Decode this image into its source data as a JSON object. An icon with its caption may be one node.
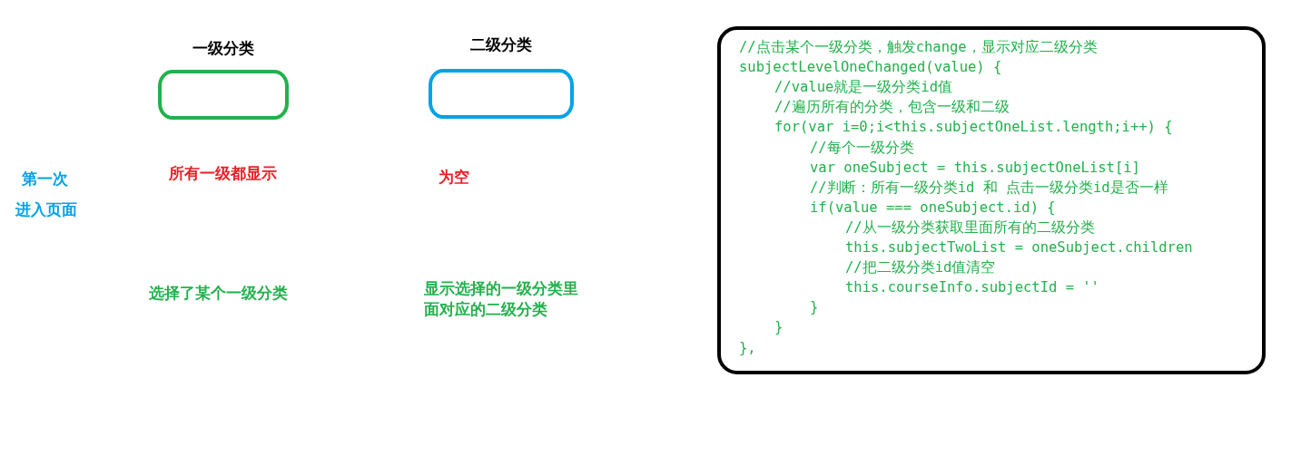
{
  "diagram": {
    "nodes": [
      {
        "text": [
          "一级分类"
        ]
      },
      {
        "text": [
          "二级分类"
        ]
      },
      {
        "text": [
          "//点击某个一级分类，触发change，显示对应二级分类",
          "subjectLevelOneChanged(value) {",
          "//value就是一级分类id值",
          "//遍历所有的分类，包含一级和二级",
          "for(var i=0;i<this.subjectOneList.length;i++) {",
          "//每个一级分类",
          "var oneSubject = this.subjectOneList[i]",
          "//判断：所有一级分类id 和 点击一级分类id是否一样",
          "if(value === oneSubject.id) {",
          "//从一级分类获取里面所有的二级分类",
          "this.subjectTwoList = oneSubject.children",
          "//把二级分类id值清空",
          "this.courseInfo.subjectId = ''",
          "}",
          "}",
          "},"
        ]
      }
    ],
    "labels": [
      "第一次",
      "进入页面",
      "所有一级都显示",
      "为空",
      "选择了某个一级分类",
      "显示选择的一级分类里面对应的二级分类"
    ]
  }
}
